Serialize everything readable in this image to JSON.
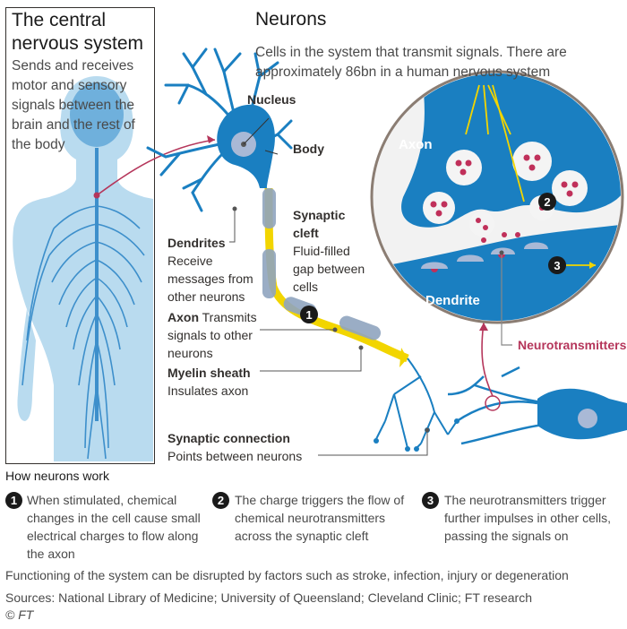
{
  "cns": {
    "title_line1": "The central",
    "title_line2": "nervous system",
    "subtitle": "Sends and receives motor and sensory signals between the brain and the rest of the body"
  },
  "neurons": {
    "title": "Neurons",
    "subtitle": "Cells in the system that transmit signals. There are approximately 86bn in a human nervous system"
  },
  "labels": {
    "nucleus": "Nucleus",
    "body": "Body",
    "synaptic_cleft_1": "Synaptic",
    "synaptic_cleft_2": "cleft",
    "fluid_1": "Fluid-filled",
    "fluid_2": "gap between",
    "fluid_3": "cells",
    "dendrites": "Dendrites",
    "dendrites_desc_1": "Receive",
    "dendrites_desc_2": "messages from",
    "dendrites_desc_3": "other neurons",
    "axon": "Axon",
    "axon_desc_1": "Transmits",
    "axon_desc_2": "signals to other",
    "axon_desc_3": "neurons",
    "myelin": "Myelin sheath",
    "myelin_desc": "Insulates axon",
    "synaptic_connection": "Synaptic connection",
    "synaptic_connection_desc": "Points between neurons",
    "inset_axon": "Axon",
    "inset_dendrite": "Dendrite",
    "neurotransmitters": "Neurotransmitters"
  },
  "how": {
    "title": "How neurons work",
    "steps": [
      {
        "num": "1",
        "text": "When stimulated, chemical changes in the cell cause small electrical charges to flow along the axon"
      },
      {
        "num": "2",
        "text": "The charge triggers the flow of chemical neurotransmitters across the synaptic cleft"
      },
      {
        "num": "3",
        "text": "The neurotransmitters trigger further impulses in other cells, passing the signals on"
      }
    ]
  },
  "footer": {
    "note": "Functioning of the system can be disrupted by factors such as stroke, infection, injury or degeneration",
    "sources": "Sources: National Library of Medicine; University of Queensland; Cleveland Clinic; FT research",
    "credit": "© FT"
  },
  "colors": {
    "neuron_blue": "#1a7fc1",
    "body_light_blue": "#a9d3ec",
    "axon_yellow": "#f2d500",
    "accent_red": "#b5365b",
    "neurotransmitter_red": "#c0305a"
  }
}
